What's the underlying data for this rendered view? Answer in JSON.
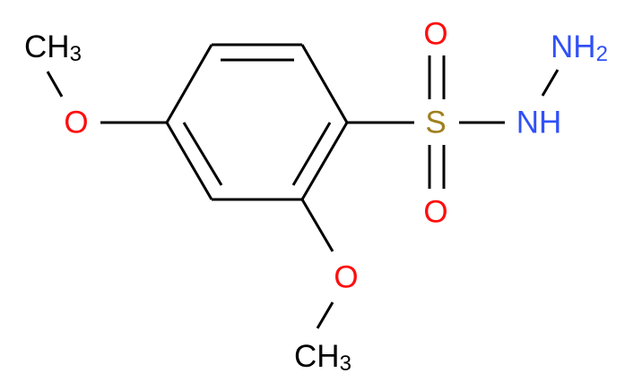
{
  "molecule": {
    "atoms": {
      "o_sulfonyl_top": "O",
      "o_sulfonyl_bottom": "O",
      "sulfur": "S",
      "nh": "NH",
      "nh2_main": "NH",
      "nh2_sub": "2",
      "o_methoxy_4": "O",
      "ch3_4_main": "CH",
      "ch3_4_sub": "3",
      "o_methoxy_2": "O",
      "ch3_2_main": "CH",
      "ch3_2_sub": "3"
    },
    "colors": {
      "bond": "#000000",
      "oxygen": "#ff0d0d",
      "nitrogen": "#3050f8",
      "sulfur": "#a08020",
      "carbon": "#000000"
    }
  }
}
